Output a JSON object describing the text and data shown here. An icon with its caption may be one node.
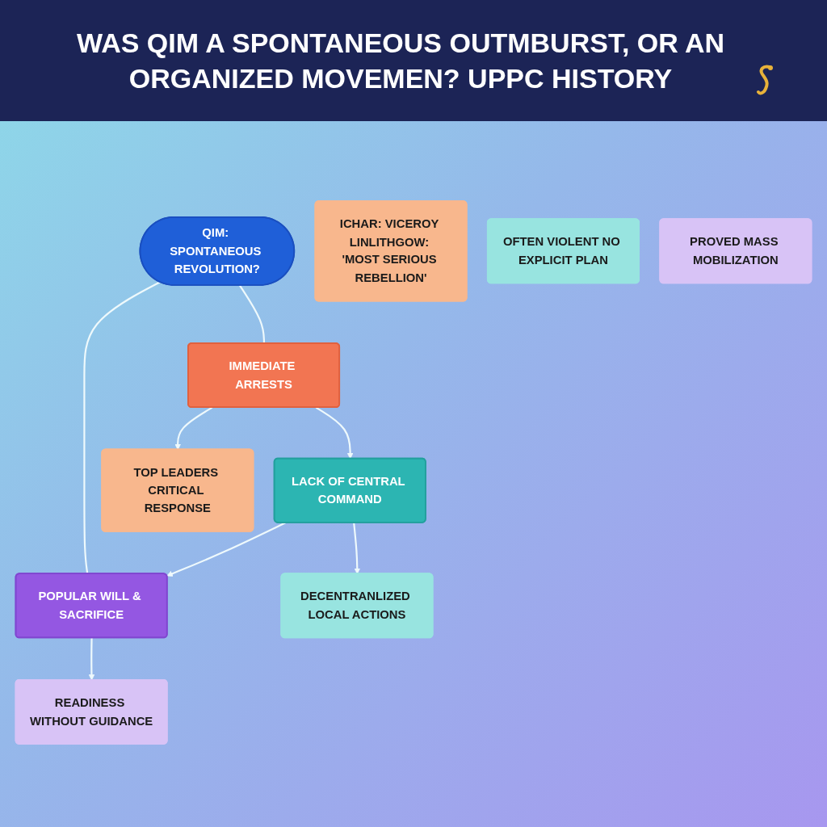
{
  "diagram": {
    "title": "WAS QIM A SPONTANEOUS OUTMBURST, OR AN ORGANIZED MOVEMEN? UPPC HISTORY",
    "nodes": [
      {
        "text": [
          "QIM: SPONTANEOUS REVOLUTION?"
        ]
      },
      {
        "text": [
          "IMMEDIATE ARRESTS"
        ]
      },
      {
        "text": [
          "LACK OF CENTRAL COMMAND"
        ]
      },
      {
        "text": [
          "POPULAR WILL & SACRIFICE"
        ]
      },
      {
        "text": [
          "TOP LEADERS CRITICAL RESPONSE"
        ]
      },
      {
        "text": [
          "DECENTRANLIZED LOCAL ACTIONS"
        ]
      },
      {
        "text": [
          "READINESS WITHOUT GUIDANCE"
        ]
      },
      {
        "text": [
          "ICHAR: VICEROY LINLITHGOW: 'MOST SERIOUS REBELLION'"
        ]
      },
      {
        "text": [
          "OFTEN VIOLENT NO EXPLICIT PLAN"
        ]
      },
      {
        "text": [
          "PROVED MASS MOBILIZATION"
        ]
      }
    ],
    "edges": [
      {
        "from": 0,
        "to": 1,
        "arrow": "none"
      },
      {
        "from": 0,
        "to": 3,
        "arrow": "none"
      },
      {
        "from": 1,
        "to": 2,
        "arrow": "to"
      },
      {
        "from": 2,
        "to": 3,
        "arrow": "to"
      },
      {
        "from": 1,
        "to": 4,
        "arrow": "to"
      },
      {
        "from": 2,
        "to": 5,
        "arrow": "to"
      },
      {
        "from": 3,
        "to": 6,
        "arrow": "to"
      }
    ]
  }
}
